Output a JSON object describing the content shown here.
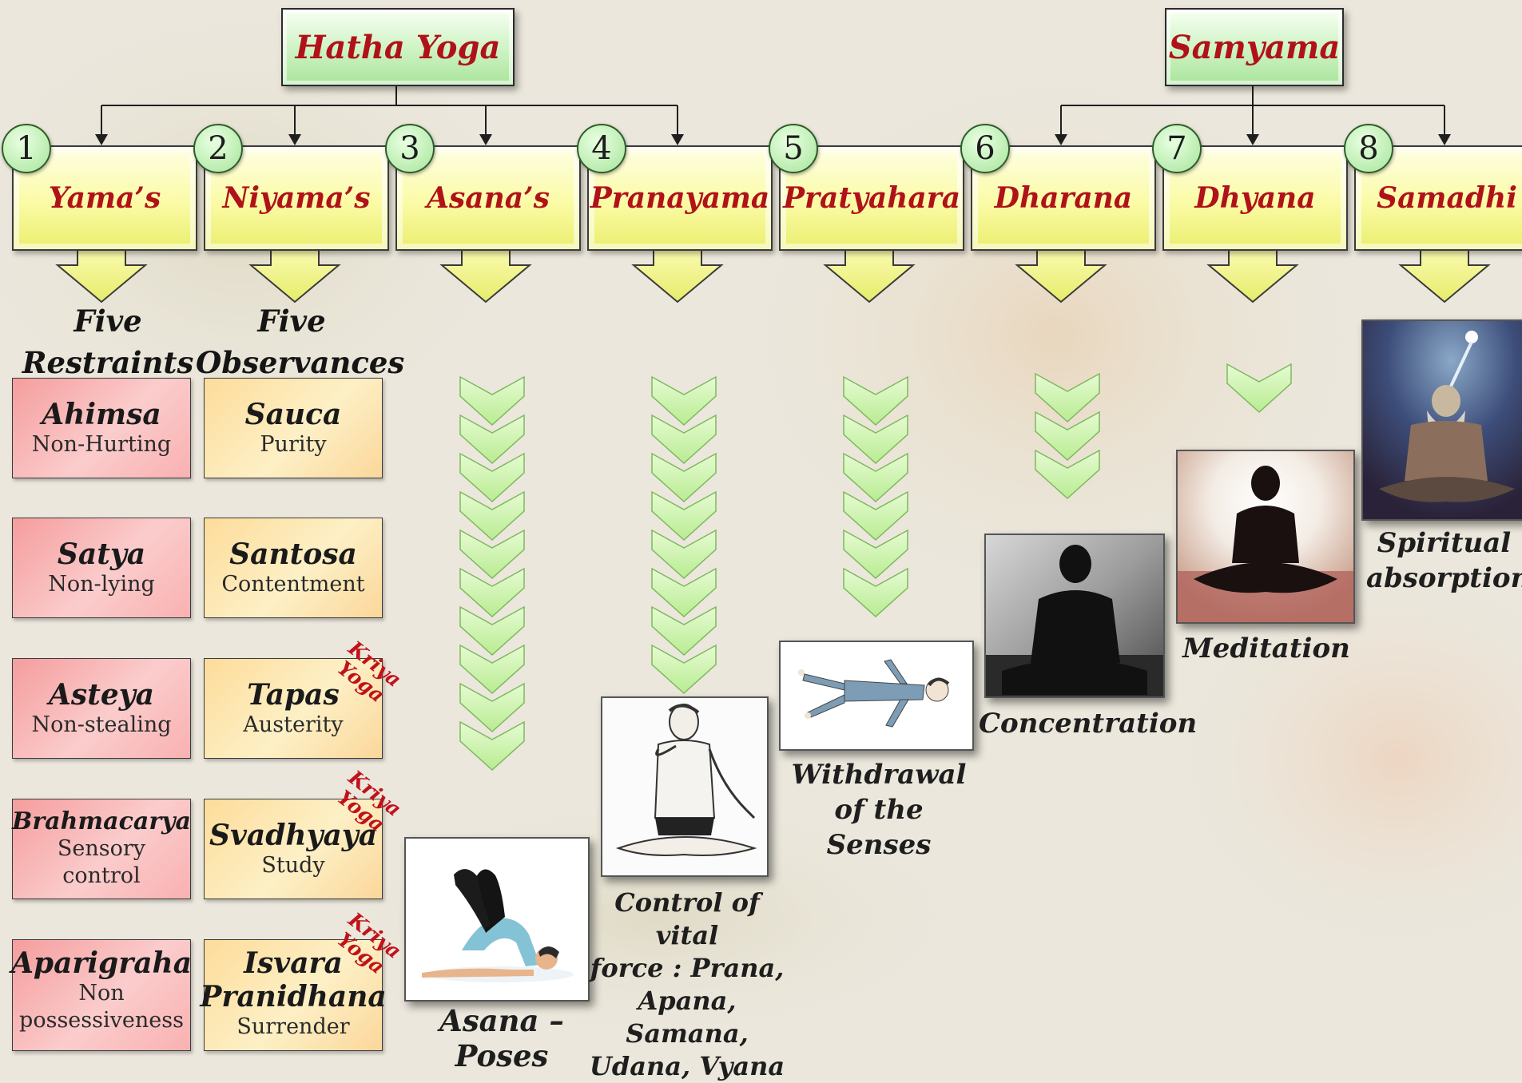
{
  "top": {
    "hatha": "Hatha Yoga",
    "samyama": "Samyama"
  },
  "stages": [
    {
      "num": "1",
      "name": "Yama’s"
    },
    {
      "num": "2",
      "name": "Niyama’s"
    },
    {
      "num": "3",
      "name": "Asana’s"
    },
    {
      "num": "4",
      "name": "Pranayama"
    },
    {
      "num": "5",
      "name": "Pratyahara"
    },
    {
      "num": "6",
      "name": "Dharana"
    },
    {
      "num": "7",
      "name": "Dhyana"
    },
    {
      "num": "8",
      "name": "Samadhi"
    }
  ],
  "restraints": {
    "title_line1": "Five",
    "title_line2": "Restraints",
    "items": [
      {
        "name": "Ahimsa",
        "desc": "Non-Hurting"
      },
      {
        "name": "Satya",
        "desc": "Non-lying"
      },
      {
        "name": "Asteya",
        "desc": "Non-stealing"
      },
      {
        "name": "Brahmacarya",
        "desc_line1": "Sensory",
        "desc_line2": "control"
      },
      {
        "name": "Aparigraha",
        "desc_line1": "Non",
        "desc_line2": "possessiveness"
      }
    ]
  },
  "observances": {
    "title_line1": "Five",
    "title_line2": "Observances",
    "items": [
      {
        "name": "Sauca",
        "desc": "Purity"
      },
      {
        "name": "Santosa",
        "desc": "Contentment"
      },
      {
        "name": "Tapas",
        "desc": "Austerity"
      },
      {
        "name": "Svadhyaya",
        "desc": "Study"
      },
      {
        "name_line1": "Isvara",
        "name_line2": "Pranidhana",
        "desc": "Surrender"
      }
    ]
  },
  "kriya": {
    "line1": "Kriya",
    "line2": "Yoga"
  },
  "captions": {
    "asana": "Asana – Poses",
    "pranayama": [
      "Control of vital",
      "force : Prana,",
      "Apana, Samana,",
      "Udana, Vyana"
    ],
    "pratyahara": [
      "Withdrawal",
      "of the",
      "Senses"
    ],
    "dharana": "Concentration",
    "dhyana": "Meditation",
    "samadhi": [
      "Spiritual",
      "absorption"
    ]
  },
  "colors": {
    "stage_text": "#b01219",
    "top_box": "#cdf3c2",
    "stage_box": "#fbfba6",
    "chevron": "#c9f3a8",
    "restraint_box": "#f9b1b1",
    "observance_box": "#fdf0c6",
    "kriya_text": "#c0121a"
  },
  "icons": [
    "stage-down-arrow-icon",
    "chevron-down-icon",
    "circle-number-icon"
  ]
}
